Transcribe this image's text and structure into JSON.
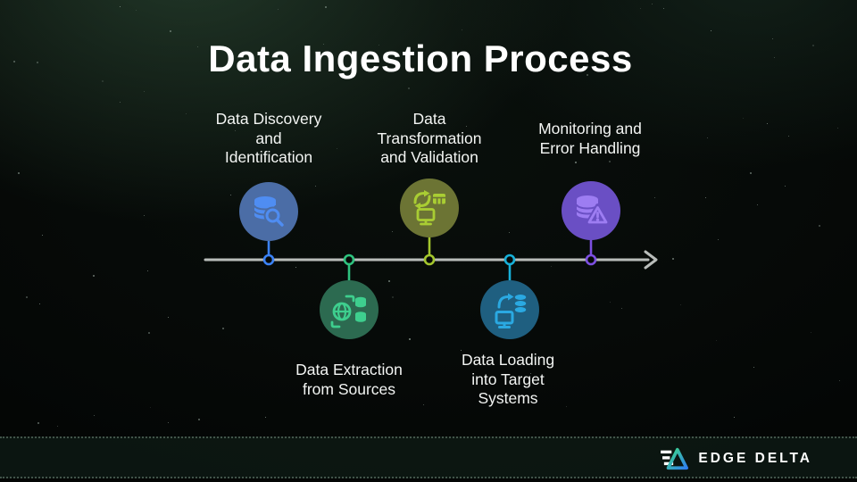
{
  "title": "Data Ingestion Process",
  "brand": {
    "name": "EDGE DELTA"
  },
  "timeline": {
    "axis_color": "#b9bdba",
    "steps": [
      {
        "id": "discovery",
        "label": "Data Discovery\nand\nIdentification",
        "position": "above",
        "icon": "database-search-icon",
        "circle_color": "#4b6da6",
        "icon_color": "#4f8df2",
        "accent": "#3b82f6"
      },
      {
        "id": "extraction",
        "label": "Data Extraction\nfrom Sources",
        "position": "below",
        "icon": "globe-database-icon",
        "circle_color": "#2c6a50",
        "icon_color": "#3ecf8e",
        "accent": "#2ec27e"
      },
      {
        "id": "transformation",
        "label": "Data\nTransformation\nand Validation",
        "position": "above",
        "icon": "transform-table-icon",
        "circle_color": "#6c7434",
        "icon_color": "#a9cd33",
        "accent": "#a3c62d"
      },
      {
        "id": "loading",
        "label": "Data Loading\ninto Target\nSystems",
        "position": "below",
        "icon": "load-monitor-icon",
        "circle_color": "#1f5f80",
        "icon_color": "#2aa9e2",
        "accent": "#17b0d8"
      },
      {
        "id": "monitoring",
        "label": "Monitoring and\nError Handling",
        "position": "above",
        "icon": "database-alert-icon",
        "circle_color": "#6a4fc4",
        "icon_color": "#9d7df2",
        "accent": "#7c4fe0"
      }
    ]
  }
}
